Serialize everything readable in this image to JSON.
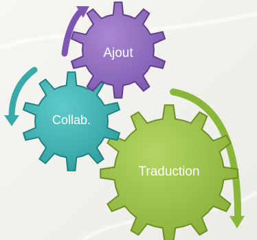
{
  "diagram": {
    "gears": [
      {
        "id": "ajout",
        "label": "Ajout",
        "fill": "#8e6bbd",
        "dark": "#5f3f8d",
        "arrow": "#7f56b2"
      },
      {
        "id": "collab",
        "label": "Collab.",
        "fill": "#46b6b6",
        "dark": "#1f8080",
        "arrow": "#3aa9a9"
      },
      {
        "id": "traduction",
        "label": "Traduction",
        "fill": "#9cc24b",
        "dark": "#6b8f25",
        "arrow": "#8ab63a"
      }
    ],
    "label_color": "#ffffff"
  }
}
